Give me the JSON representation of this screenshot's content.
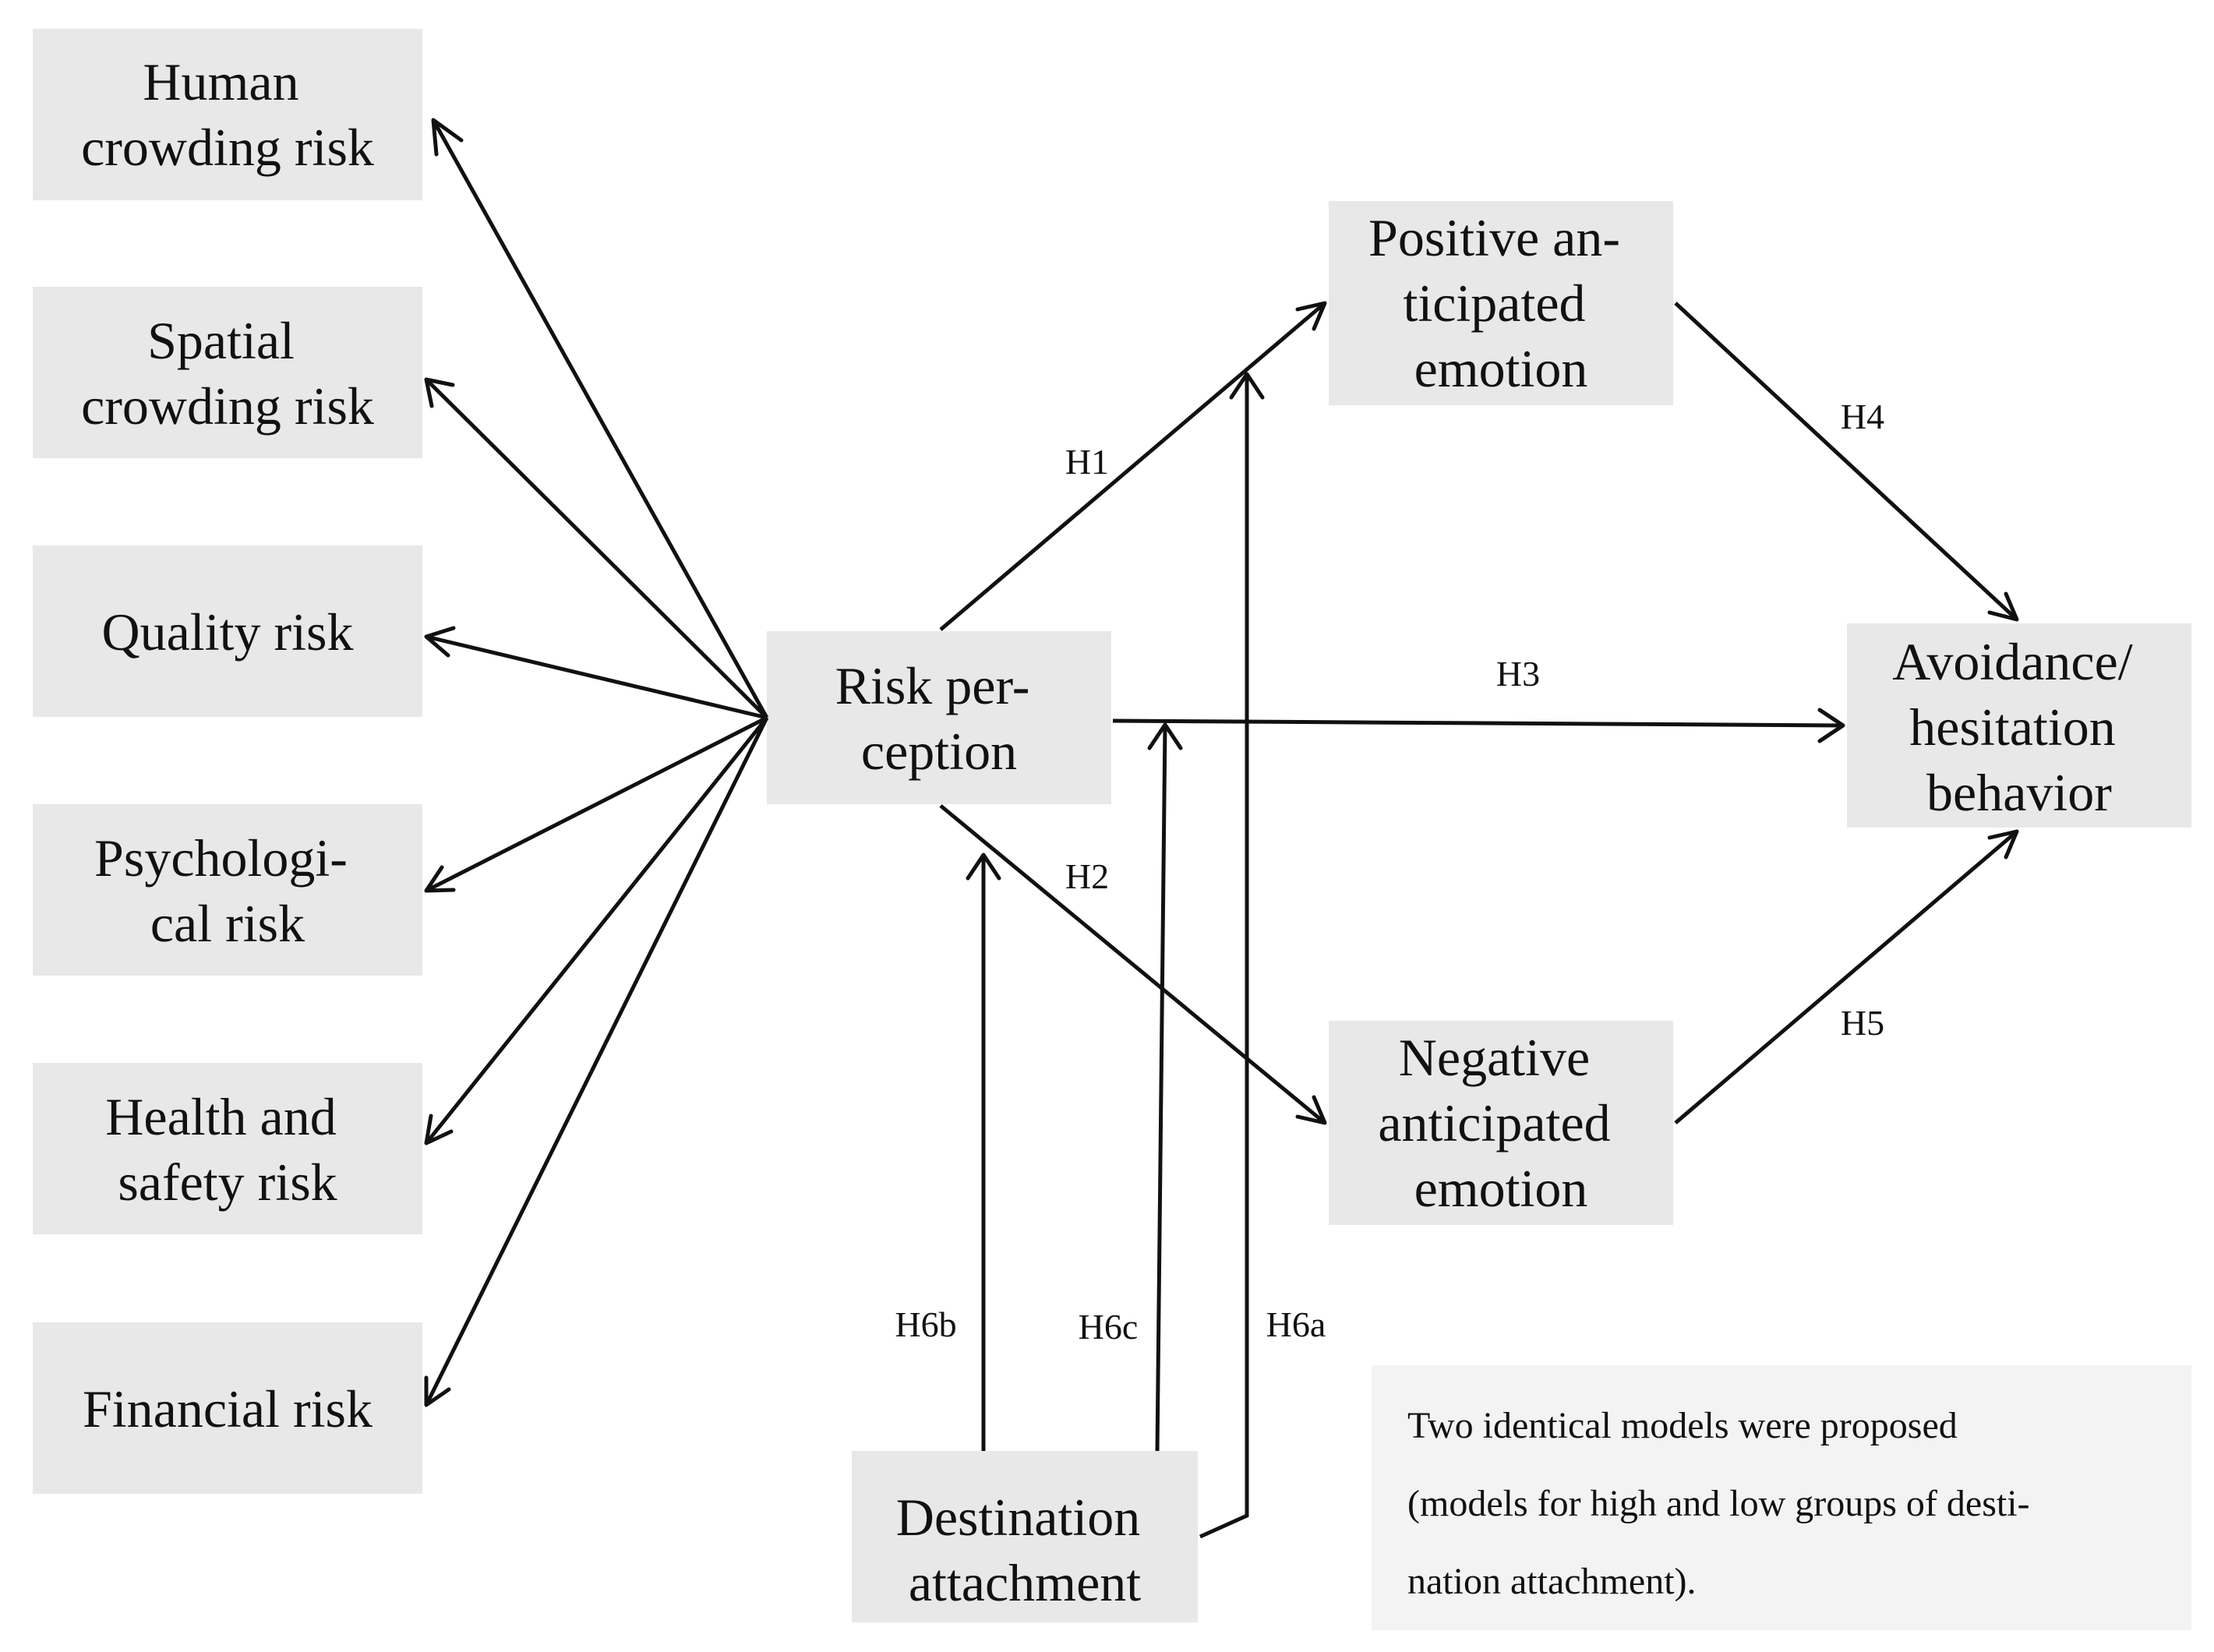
{
  "nodes": {
    "human_crowding": [
      "Human",
      "crowding risk"
    ],
    "spatial_crowding": [
      "Spatial",
      "crowding risk"
    ],
    "quality": [
      "Quality risk"
    ],
    "psychological": [
      "Psychologi-",
      "cal risk"
    ],
    "health_safety": [
      "Health and",
      "safety risk"
    ],
    "financial": [
      "Financial risk"
    ],
    "risk_perception": [
      "Risk per-",
      "ception"
    ],
    "positive_emotion": [
      "Positive an-",
      "ticipated",
      "emotion"
    ],
    "negative_emotion": [
      "Negative",
      "anticipated",
      "emotion"
    ],
    "avoidance": [
      "Avoidance/",
      "hesitation",
      "behavior"
    ],
    "destination": [
      "Destination",
      "attachment"
    ]
  },
  "hypotheses": {
    "h1": "H1",
    "h2": "H2",
    "h3": "H3",
    "h4": "H4",
    "h5": "H5",
    "h6a": "H6a",
    "h6b": "H6b",
    "h6c": "H6c"
  },
  "note": [
    "Two identical models were proposed",
    "(models for high and low groups of desti-",
    "nation attachment)."
  ],
  "colors": {
    "box_fill": "#e8e8e8",
    "note_fill": "#f3f3f3",
    "line": "#111111"
  }
}
